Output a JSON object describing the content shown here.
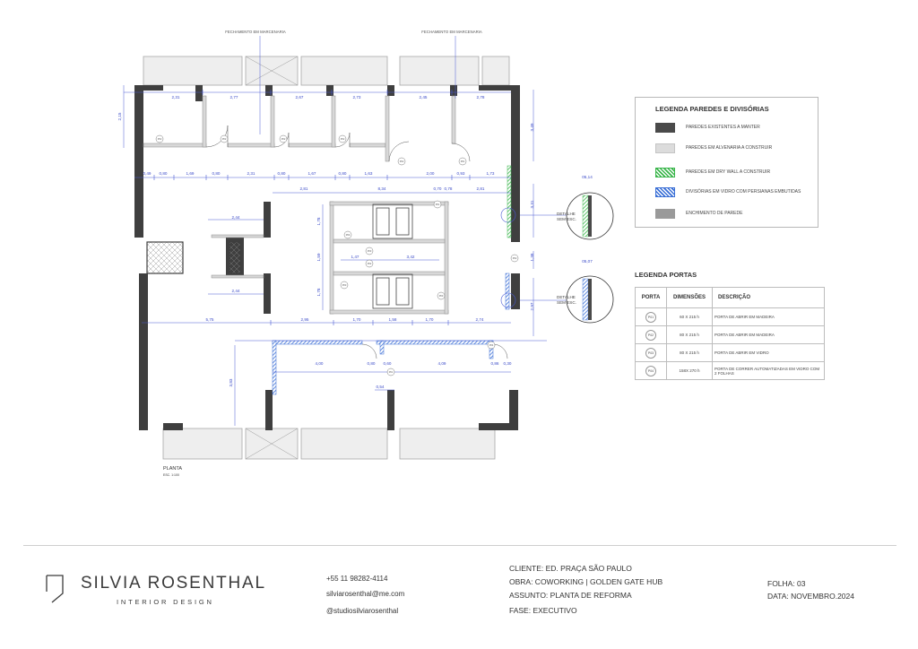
{
  "plan": {
    "title": "PLANTA",
    "scale": "ESC. 1:100",
    "marcenaria_notes": [
      "FECHAMENTO EM MARCENARIA",
      "FECHAMENTO EM MARCENARIA"
    ],
    "dimensions_top": [
      "2,31",
      "2,77",
      "2,67",
      "2,73",
      "2,45",
      "2,78"
    ],
    "dimension_left": "2,15",
    "dimension_right": "3,49",
    "dimensions_row2": [
      "0,49",
      "0,80",
      "1,69",
      "0,80",
      "2,31",
      "0,80",
      "1,67",
      "0,80",
      "1,63",
      "2,00",
      "0,93",
      "1,73"
    ],
    "dimensions_row3": [
      "2,81",
      "8,34",
      "0,70",
      "0,78",
      "2,81"
    ],
    "dimensions_core": [
      "2,44",
      "2,44",
      "1,78",
      "1,59",
      "1,78",
      "1,47",
      "3,42",
      "3,31",
      "1,38",
      "2,97"
    ],
    "dimensions_bottom_row": [
      "5,75",
      "2,95",
      "1,70",
      "1,58",
      "1,70",
      "2,74"
    ],
    "dimensions_lower": [
      "4,00",
      "0,80",
      "0,60",
      "4,09",
      "0,86",
      "0,30",
      "0,54"
    ],
    "dimension_lower_height": "3,83",
    "details": [
      {
        "label": "DETALHE\nSEM ESC.",
        "dim": "05,14"
      },
      {
        "label": "DETALHE\nSEM ESC.",
        "dim": "05,07"
      }
    ],
    "door_tags": [
      "P02",
      "P02",
      "P02",
      "P02",
      "P02",
      "P01",
      "P01",
      "P03",
      "P02",
      "P03",
      "P03",
      "P04",
      "P04",
      "P02",
      "P01"
    ]
  },
  "legend_walls": {
    "title": "LEGENDA PAREDES E DIVISÓRIAS",
    "items": [
      {
        "label": "PAREDES EXISTENTES A MANTER",
        "color": "#4a4a4a",
        "style": "solid"
      },
      {
        "label": "PAREDES EM ALVENARIA A CONSTRUIR",
        "color": "#d9d9d9",
        "style": "light"
      },
      {
        "label": "PAREDES EM DRY WALL A CONSTRUIR",
        "color": "#39b54a",
        "style": "hatch-green"
      },
      {
        "label": "DIVISÓRIAS EM VIDRO COM PERSIANAS EMBUTIDAS",
        "color": "#3a6fd6",
        "style": "hatch-blue"
      },
      {
        "label": "ENCHIMENTO DE PAREDE",
        "color": "#9a9a9a",
        "style": "gray"
      }
    ]
  },
  "legend_doors": {
    "title": "LEGENDA PORTAS",
    "headers": [
      "PORTA",
      "DIMENSÕES",
      "DESCRIÇÃO"
    ],
    "rows": [
      {
        "tag": "P01",
        "dim": "60 X 215 h",
        "desc": "PORTA DE ABRIR EM MADEIRA"
      },
      {
        "tag": "P02",
        "dim": "80 X 215 h",
        "desc": "PORTA DE ABRIR EM MADEIRA"
      },
      {
        "tag": "P03",
        "dim": "80 X 215 h",
        "desc": "PORTA DE ABRIR EM VIDRO"
      },
      {
        "tag": "P04",
        "dim": "158X 270 h",
        "desc": "PORTA DE CORRER AUTOMATIZADAS EM VIDRO COM 2 FOLHAS"
      }
    ]
  },
  "footer": {
    "brand_name": "SILVIA ROSENTHAL",
    "brand_sub": "INTERIOR DESIGN",
    "phone": "+55 11 98282-4114",
    "email": "silviarosenthal@me.com",
    "instagram": "@studiosilviarosenthal",
    "cliente": "CLIENTE: ED. PRAÇA SÃO PAULO",
    "obra": "OBRA: COWORKING | GOLDEN GATE HUB",
    "assunto": "ASSUNTO:  PLANTA DE REFORMA",
    "fase": "FASE:  EXECUTIVO",
    "folha": "FOLHA: 03",
    "data": "DATA:  NOVEMBRO.2024"
  }
}
